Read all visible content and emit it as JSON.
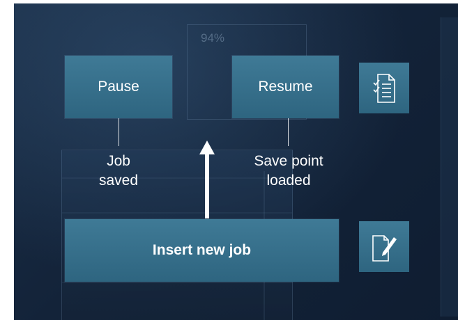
{
  "background": {
    "percent_text": "94%"
  },
  "boxes": {
    "pause": "Pause",
    "resume": "Resume",
    "insert": "Insert new job"
  },
  "captions": {
    "left_line1": "Job",
    "left_line2": "saved",
    "right_line1": "Save point",
    "right_line2": "loaded"
  },
  "icons": {
    "checklist": "checklist-document-icon",
    "edit": "edit-document-icon"
  },
  "colors": {
    "background": "#132339",
    "box": "#367091",
    "text": "#ffffff"
  }
}
